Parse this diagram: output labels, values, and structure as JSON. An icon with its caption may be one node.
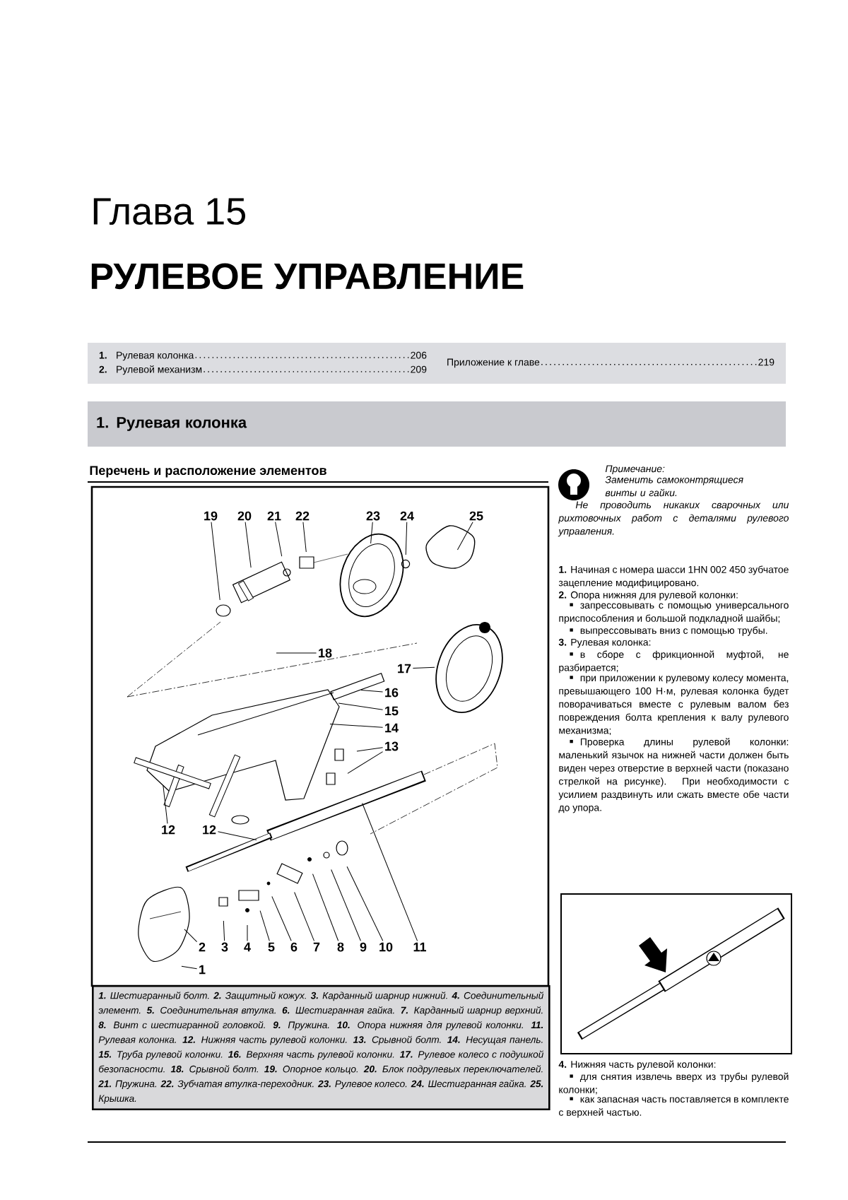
{
  "diagram": {
    "title": "РУЛЕВОЕ УПРАВЛЕНИЕ",
    "nodes": [
      {
        "text": [
          "1.",
          "Рулевая колонка",
          "206",
          "2.",
          "Рулевой механизм",
          "209",
          "Приложение к главе",
          "219"
        ]
      },
      {
        "text": [
          "1. Рулевая колонка"
        ]
      },
      {
        "text": [],
        "shape": "picture"
      },
      {
        "text": [
          "19"
        ],
        "in": 2
      },
      {
        "text": [
          "20"
        ],
        "in": 2
      },
      {
        "text": [
          "21"
        ],
        "in": 2
      },
      {
        "text": [
          "22"
        ],
        "in": 2
      },
      {
        "text": [
          "23"
        ],
        "in": 2
      },
      {
        "text": [
          "24"
        ],
        "in": 2
      },
      {
        "text": [
          "25"
        ],
        "in": 2
      },
      {
        "text": [
          "18"
        ],
        "in": 2
      },
      {
        "text": [
          "17"
        ],
        "in": 2
      },
      {
        "text": [
          "16"
        ],
        "in": 2
      },
      {
        "text": [
          "15"
        ],
        "in": 2
      },
      {
        "text": [
          "14"
        ],
        "in": 2
      },
      {
        "text": [
          "13"
        ],
        "in": 2
      },
      {
        "text": [
          "12"
        ],
        "in": 2
      },
      {
        "text": [
          "12"
        ],
        "in": 2
      },
      {
        "text": [
          "2"
        ],
        "in": 2
      },
      {
        "text": [
          "3"
        ],
        "in": 2
      },
      {
        "text": [
          "4"
        ],
        "in": 2
      },
      {
        "text": [
          "5"
        ],
        "in": 2
      },
      {
        "text": [
          "6"
        ],
        "in": 2
      },
      {
        "text": [
          "7"
        ],
        "in": 2
      },
      {
        "text": [
          "8"
        ],
        "in": 2
      },
      {
        "text": [
          "9"
        ],
        "in": 2
      },
      {
        "text": [
          "10"
        ],
        "in": 2
      },
      {
        "text": [
          "11"
        ],
        "in": 2
      },
      {
        "text": [
          "1"
        ],
        "in": 2
      },
      {
        "text": [
          "**1.** Шестигранный болт. **2.** Защитный кожух. **3.** Карданный шарнир нижний. **4.** Соединительный элемент. **5.** Соединительная втулка. **6.** Шестигранная гайка. **7.** Карданный шарнир верхний. **8.** Винт с шестигранной головкой. **9.** Пружина. **10.** Опора нижняя для рулевой колонки. **11.** Рулевая колонка. **12.** Нижняя часть рулевой колонки. **13.** Срывной болт. **14.** Несущая панель. **15.** Труба рулевой колонки. **16.** Верхняя часть рулевой колонки. **17.** Рулевое колесо с подушкой безопасности. **18.** Срывной болт. **19.** Опорное кольцо. **20.** Блок подрулевых переключателей. **21.** Пружина. **22.** Зубчатая втулка-переходник. **23.** Рулевое колесо. **24.** Шестигранная гайка. **25.** Крышка."
        ]
      },
      {
        "text": [],
        "shape": "picture"
      }
    ],
    "edges": [
      {
        "from": 3,
        "to": null,
        "arrow": "none"
      },
      {
        "from": 4,
        "to": null,
        "arrow": "none"
      },
      {
        "from": 5,
        "to": null,
        "arrow": "none"
      },
      {
        "from": 6,
        "to": null,
        "arrow": "none"
      },
      {
        "from": 7,
        "to": null,
        "arrow": "none"
      },
      {
        "from": 8,
        "to": null,
        "arrow": "none"
      },
      {
        "from": 9,
        "to": null,
        "arrow": "none"
      },
      {
        "from": 10,
        "to": null,
        "arrow": "none"
      },
      {
        "from": 11,
        "to": null,
        "arrow": "none"
      },
      {
        "from": 12,
        "to": null,
        "arrow": "none"
      },
      {
        "from": 13,
        "to": null,
        "arrow": "none"
      },
      {
        "from": 14,
        "to": null,
        "arrow": "none"
      },
      {
        "from": 15,
        "to": null,
        "arrow": "none"
      },
      {
        "from": 15,
        "to": null,
        "arrow": "none"
      },
      {
        "from": 16,
        "to": null,
        "arrow": "none"
      },
      {
        "from": 17,
        "to": null,
        "arrow": "none"
      },
      {
        "from": 18,
        "to": null,
        "arrow": "none"
      },
      {
        "from": 19,
        "to": null,
        "arrow": "none"
      },
      {
        "from": 20,
        "to": null,
        "arrow": "none"
      },
      {
        "from": 21,
        "to": null,
        "arrow": "none"
      },
      {
        "from": 22,
        "to": null,
        "arrow": "none"
      },
      {
        "from": 23,
        "to": null,
        "arrow": "none"
      },
      {
        "from": 24,
        "to": null,
        "arrow": "none"
      },
      {
        "from": 25,
        "to": null,
        "arrow": "none"
      },
      {
        "from": 26,
        "to": null,
        "arrow": "none"
      },
      {
        "from": 27,
        "to": null,
        "arrow": "none"
      },
      {
        "from": 28,
        "to": null,
        "arrow": "none"
      }
    ],
    "labels": [
      "Глава 15",
      "Перечень и расположение элементов",
      "Примечание:",
      "Заменить самоконтрящиеся винты и гайки.",
      "Не проводить никаких сварочных или рихтовочных работ с деталями рулевого управления.",
      "**1.** Начиная с номера шасси 1HN 002 450 зубчатое зацепление модифицировано.",
      "**2.** Опора нижняя для рулевой колонки:",
      "запрессовывать с помощью универсального приспособления и большой подкладной шайбы;",
      "выпрессовывать вниз с помощью трубы.",
      "**3.** Рулевая колонка:",
      "в сборе с фрикционной муфтой, не разбирается;",
      "при приложении к рулевому колесу момента, превышающего 100 Н·м, рулевая колонка будет поворачиваться вместе с рулевым валом без повреждения болта крепления к валу рулевого механизма;",
      "Проверка длины рулевой колонки: маленький язычок на нижней части должен быть виден через отверстие в верхней части (показано стрелкой на рисунке). При необходимости с усилием раздвинуть или сжать вместе обе части до упора.",
      "**4.** Нижняя часть рулевой колонки:",
      "для снятия извлечь вверх из трубы рулевой колонки;",
      "как запасная часть поставляется в комплекте с верхней частью."
    ]
  }
}
